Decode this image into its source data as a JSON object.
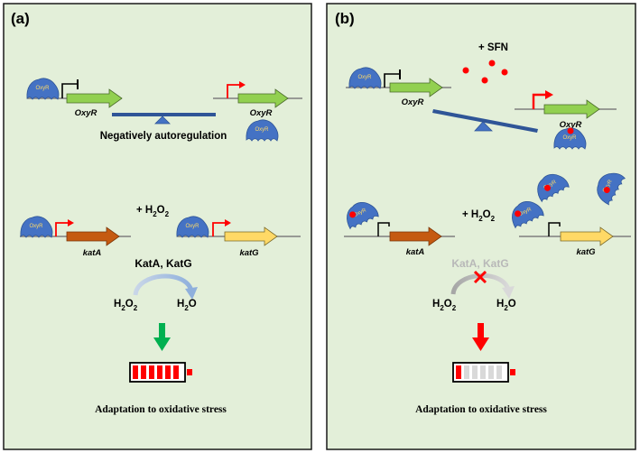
{
  "panel_a": {
    "label": "(a)",
    "gene_oxyr": "OxyR",
    "protein": "OxyR",
    "caption_mid": "Negatively autoregulation",
    "h2o2": "+ H",
    "h2o2_sub": "2",
    "h2o2_tail": "O",
    "h2o2_sub2": "2",
    "gene_kata": "katA",
    "gene_katg": "katG",
    "enzymes": "KatA, KatG",
    "reactant": "H",
    "reactant_sub": "2",
    "reactant_o": "O",
    "reactant_sub2": "2",
    "product": "H",
    "product_sub": "2",
    "product_o": "O",
    "caption_bottom": "Adaptation to oxidative stress"
  },
  "panel_b": {
    "label": "(b)",
    "sfn": "+ SFN",
    "gene_oxyr": "OxyR",
    "protein": "OxyR",
    "h2o2": "+ H",
    "h2o2_sub": "2",
    "h2o2_tail": "O",
    "h2o2_sub2": "2",
    "gene_kata": "katA",
    "gene_katg": "katG",
    "enzymes": "KatA, KatG",
    "reactant": "H",
    "reactant_sub": "2",
    "reactant_o": "O",
    "reactant_sub2": "2",
    "product": "H",
    "product_sub": "2",
    "product_o": "O",
    "caption_bottom": "Adaptation to oxidative stress"
  },
  "colors": {
    "panel_bg": "#e3efd9",
    "border": "#1a1a1a",
    "protein": "#4472c4",
    "oxyr_arrow": "#92d050",
    "kata_arrow": "#c55a11",
    "katg_arrow": "#ffd966",
    "promoter_active": "#ff0000",
    "promoter_repressed": "#000000",
    "balance": "#2f5597",
    "green_arrow": "#00b050",
    "red_arrow": "#ff0000",
    "sfn_dot": "#ff0000"
  }
}
